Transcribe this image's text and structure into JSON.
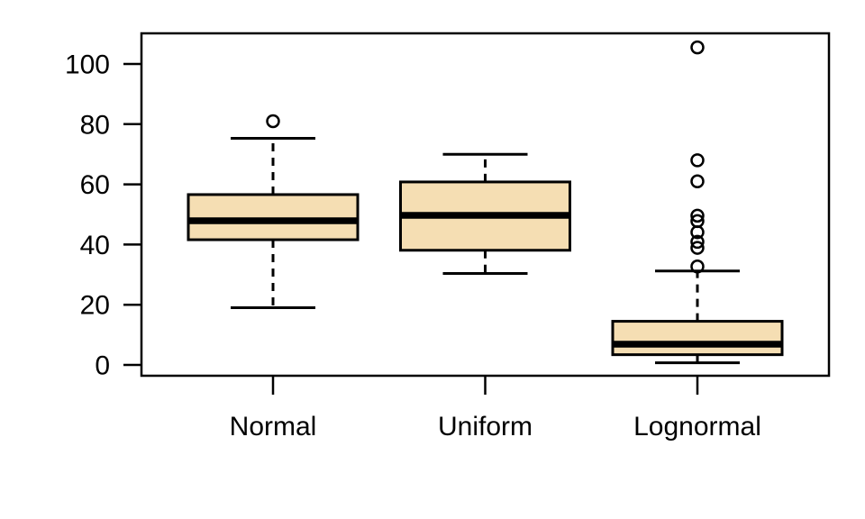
{
  "chart_data": {
    "type": "boxplot",
    "title": "",
    "xlabel": "",
    "ylabel": "",
    "categories": [
      "Normal",
      "Uniform",
      "Lognormal"
    ],
    "y_ticks": [
      0,
      20,
      40,
      60,
      80,
      100
    ],
    "ylim": [
      -3.6,
      110.2
    ],
    "grid": false,
    "legend": "none",
    "box_fill_color": "#F5DEB3",
    "line_color": "#000000",
    "background_color": "#FFFFFF",
    "series": [
      {
        "name": "Normal",
        "whisker_low": 19,
        "q1": 41.6,
        "median": 47.9,
        "q3": 56.6,
        "whisker_high": 75.3,
        "outliers": [
          81
        ]
      },
      {
        "name": "Uniform",
        "whisker_low": 30.4,
        "q1": 38.1,
        "median": 49.7,
        "q3": 60.8,
        "whisker_high": 70,
        "outliers": []
      },
      {
        "name": "Lognormal",
        "whisker_low": 0.7,
        "q1": 3.4,
        "median": 6.9,
        "q3": 14.5,
        "whisker_high": 31.2,
        "outliers": [
          32.7,
          38.9,
          40.9,
          44.1,
          47.8,
          49.6,
          61,
          68,
          105.5
        ]
      }
    ]
  }
}
